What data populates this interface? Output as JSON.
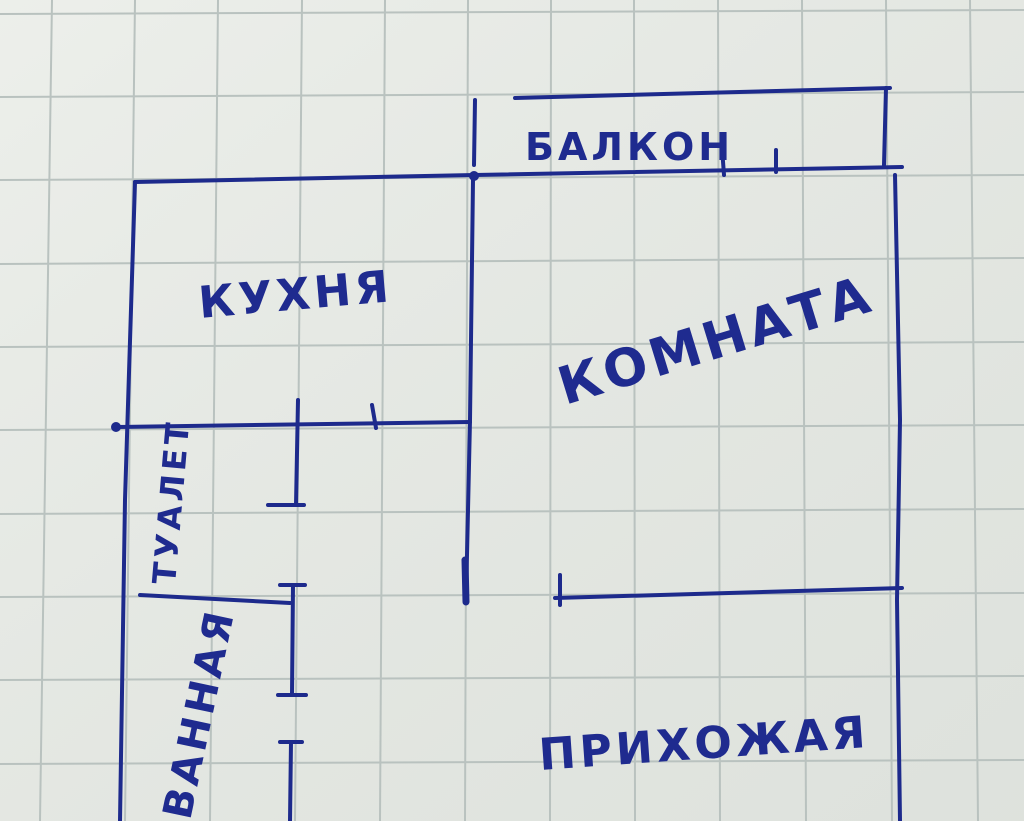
{
  "plan": {
    "rooms": {
      "balcony": "БАЛКОН",
      "kitchen": "КУХНЯ",
      "room": "КОМНАТА",
      "toilet": "ТУАЛЕТ",
      "bathroom": "ВАННАЯ",
      "hallway": "ПРИХОЖАЯ"
    }
  },
  "colors": {
    "paper": "#e9ece7",
    "grid": "#b9c2bf",
    "ink": "#1d2a8c"
  }
}
